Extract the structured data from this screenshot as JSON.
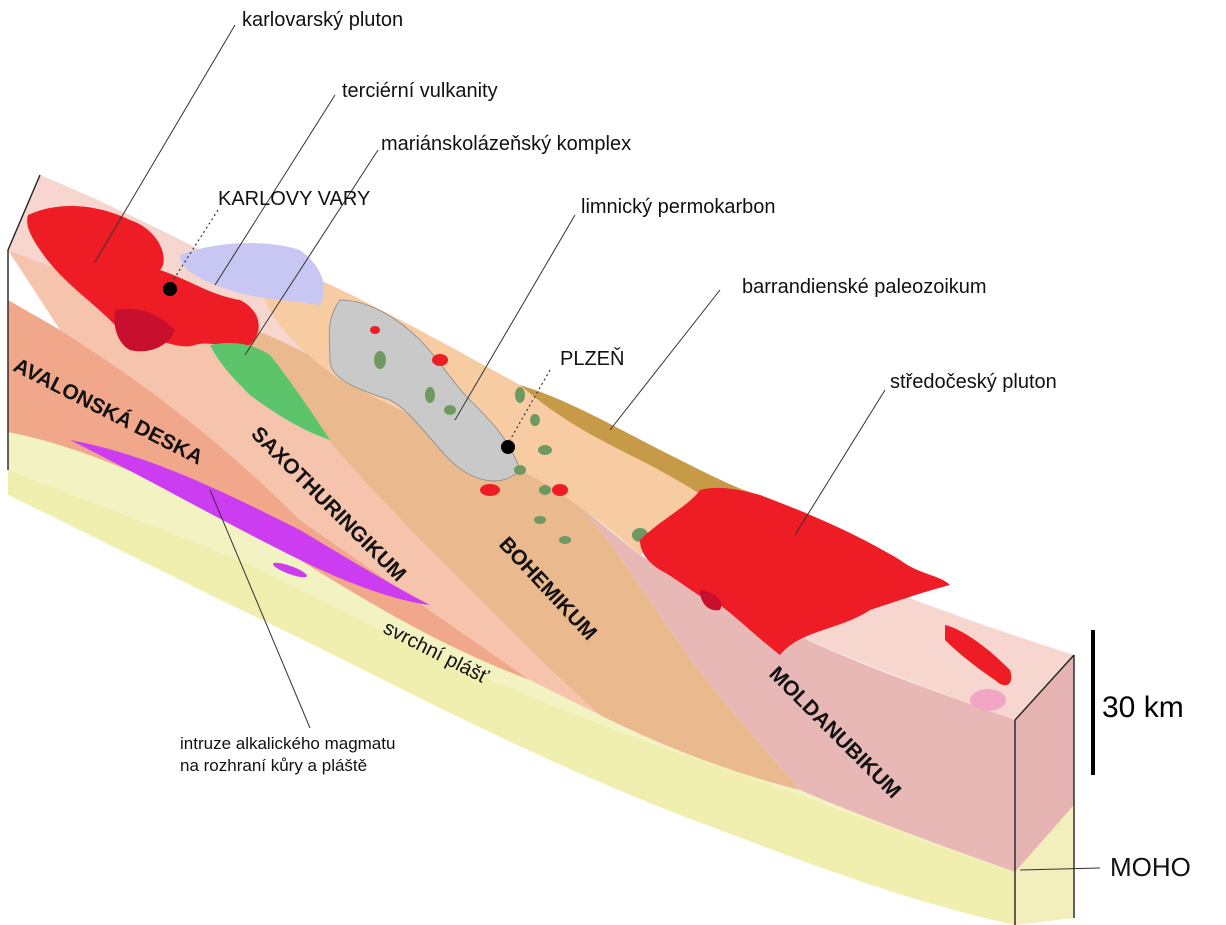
{
  "labels": {
    "karlovarsky_pluton": "karlovarský pluton",
    "tercierni_vulkanity": "terciérní vulkanity",
    "marianskolazensky_komplex": "mariánskolázeňský komplex",
    "karlovy_vary": "KARLOVY VARY",
    "limnicky_permokarbon": "limnický permokarbon",
    "barrandienske_paleozoikum": "barrandienské paleozoikum",
    "plzen": "PLZEŇ",
    "stredocesky_pluton": "středočeský pluton",
    "avalonska_deska": "AVALONSKÁ DESKA",
    "saxothuringikum": "SAXOTHURINGIKUM",
    "bohemikum": "BOHEMIKUM",
    "moldanubikum": "MOLDANUBIKUM",
    "svrchni_plast": "svrchní plášť",
    "intruze_line1": "intruze alkalického magmatu",
    "intruze_line2": "na rozhraní kůry a pláště",
    "moho": "MOHO",
    "scale": "30 km"
  },
  "colors": {
    "top_surface": "#f6d6cf",
    "saxothuringikum": "#f6c3ad",
    "avalonska": "#f0a78a",
    "bohemikum": "#eab98e",
    "moldanubikum": "#e8b8b6",
    "mantle": "#f3f2c2",
    "red_pluton": "#ee1c25",
    "dark_red": "#c8102e",
    "grey_permokarbon": "#c9c9c9",
    "lilac_volcanics": "#c8c6f2",
    "green_complex": "#5cc56c",
    "dark_green": "#6e9a62",
    "barrandien": "#c79a48",
    "magenta_intrusion": "#cc3cf0",
    "light_orange": "#f8cca2"
  }
}
